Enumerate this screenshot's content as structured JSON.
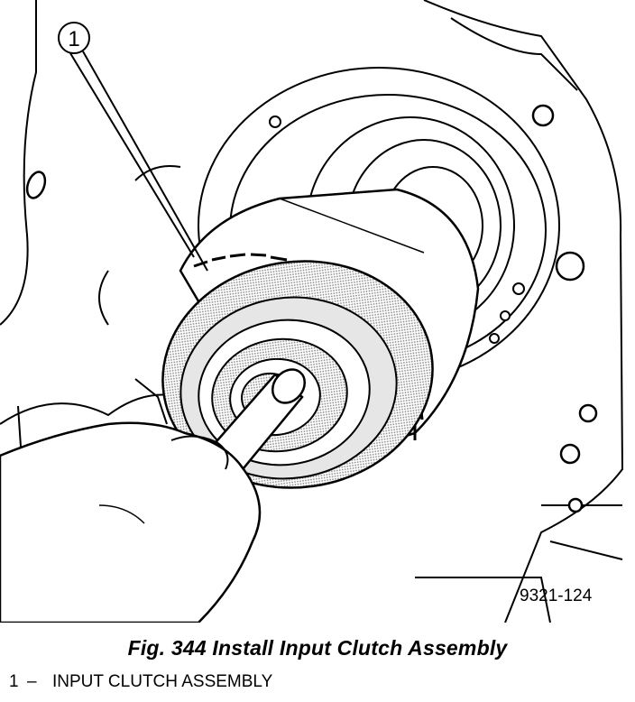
{
  "figure": {
    "callout_number": "1",
    "drawing_code": "9321-124",
    "caption": "Fig. 344 Install Input Clutch Assembly",
    "legend": [
      {
        "number": "1",
        "separator": "–",
        "label": "INPUT CLUTCH ASSEMBLY"
      }
    ]
  },
  "colors": {
    "ink": "#000000",
    "paper": "#ffffff",
    "halftone": "#c8c8c8",
    "shade": "#e6e6e6"
  }
}
